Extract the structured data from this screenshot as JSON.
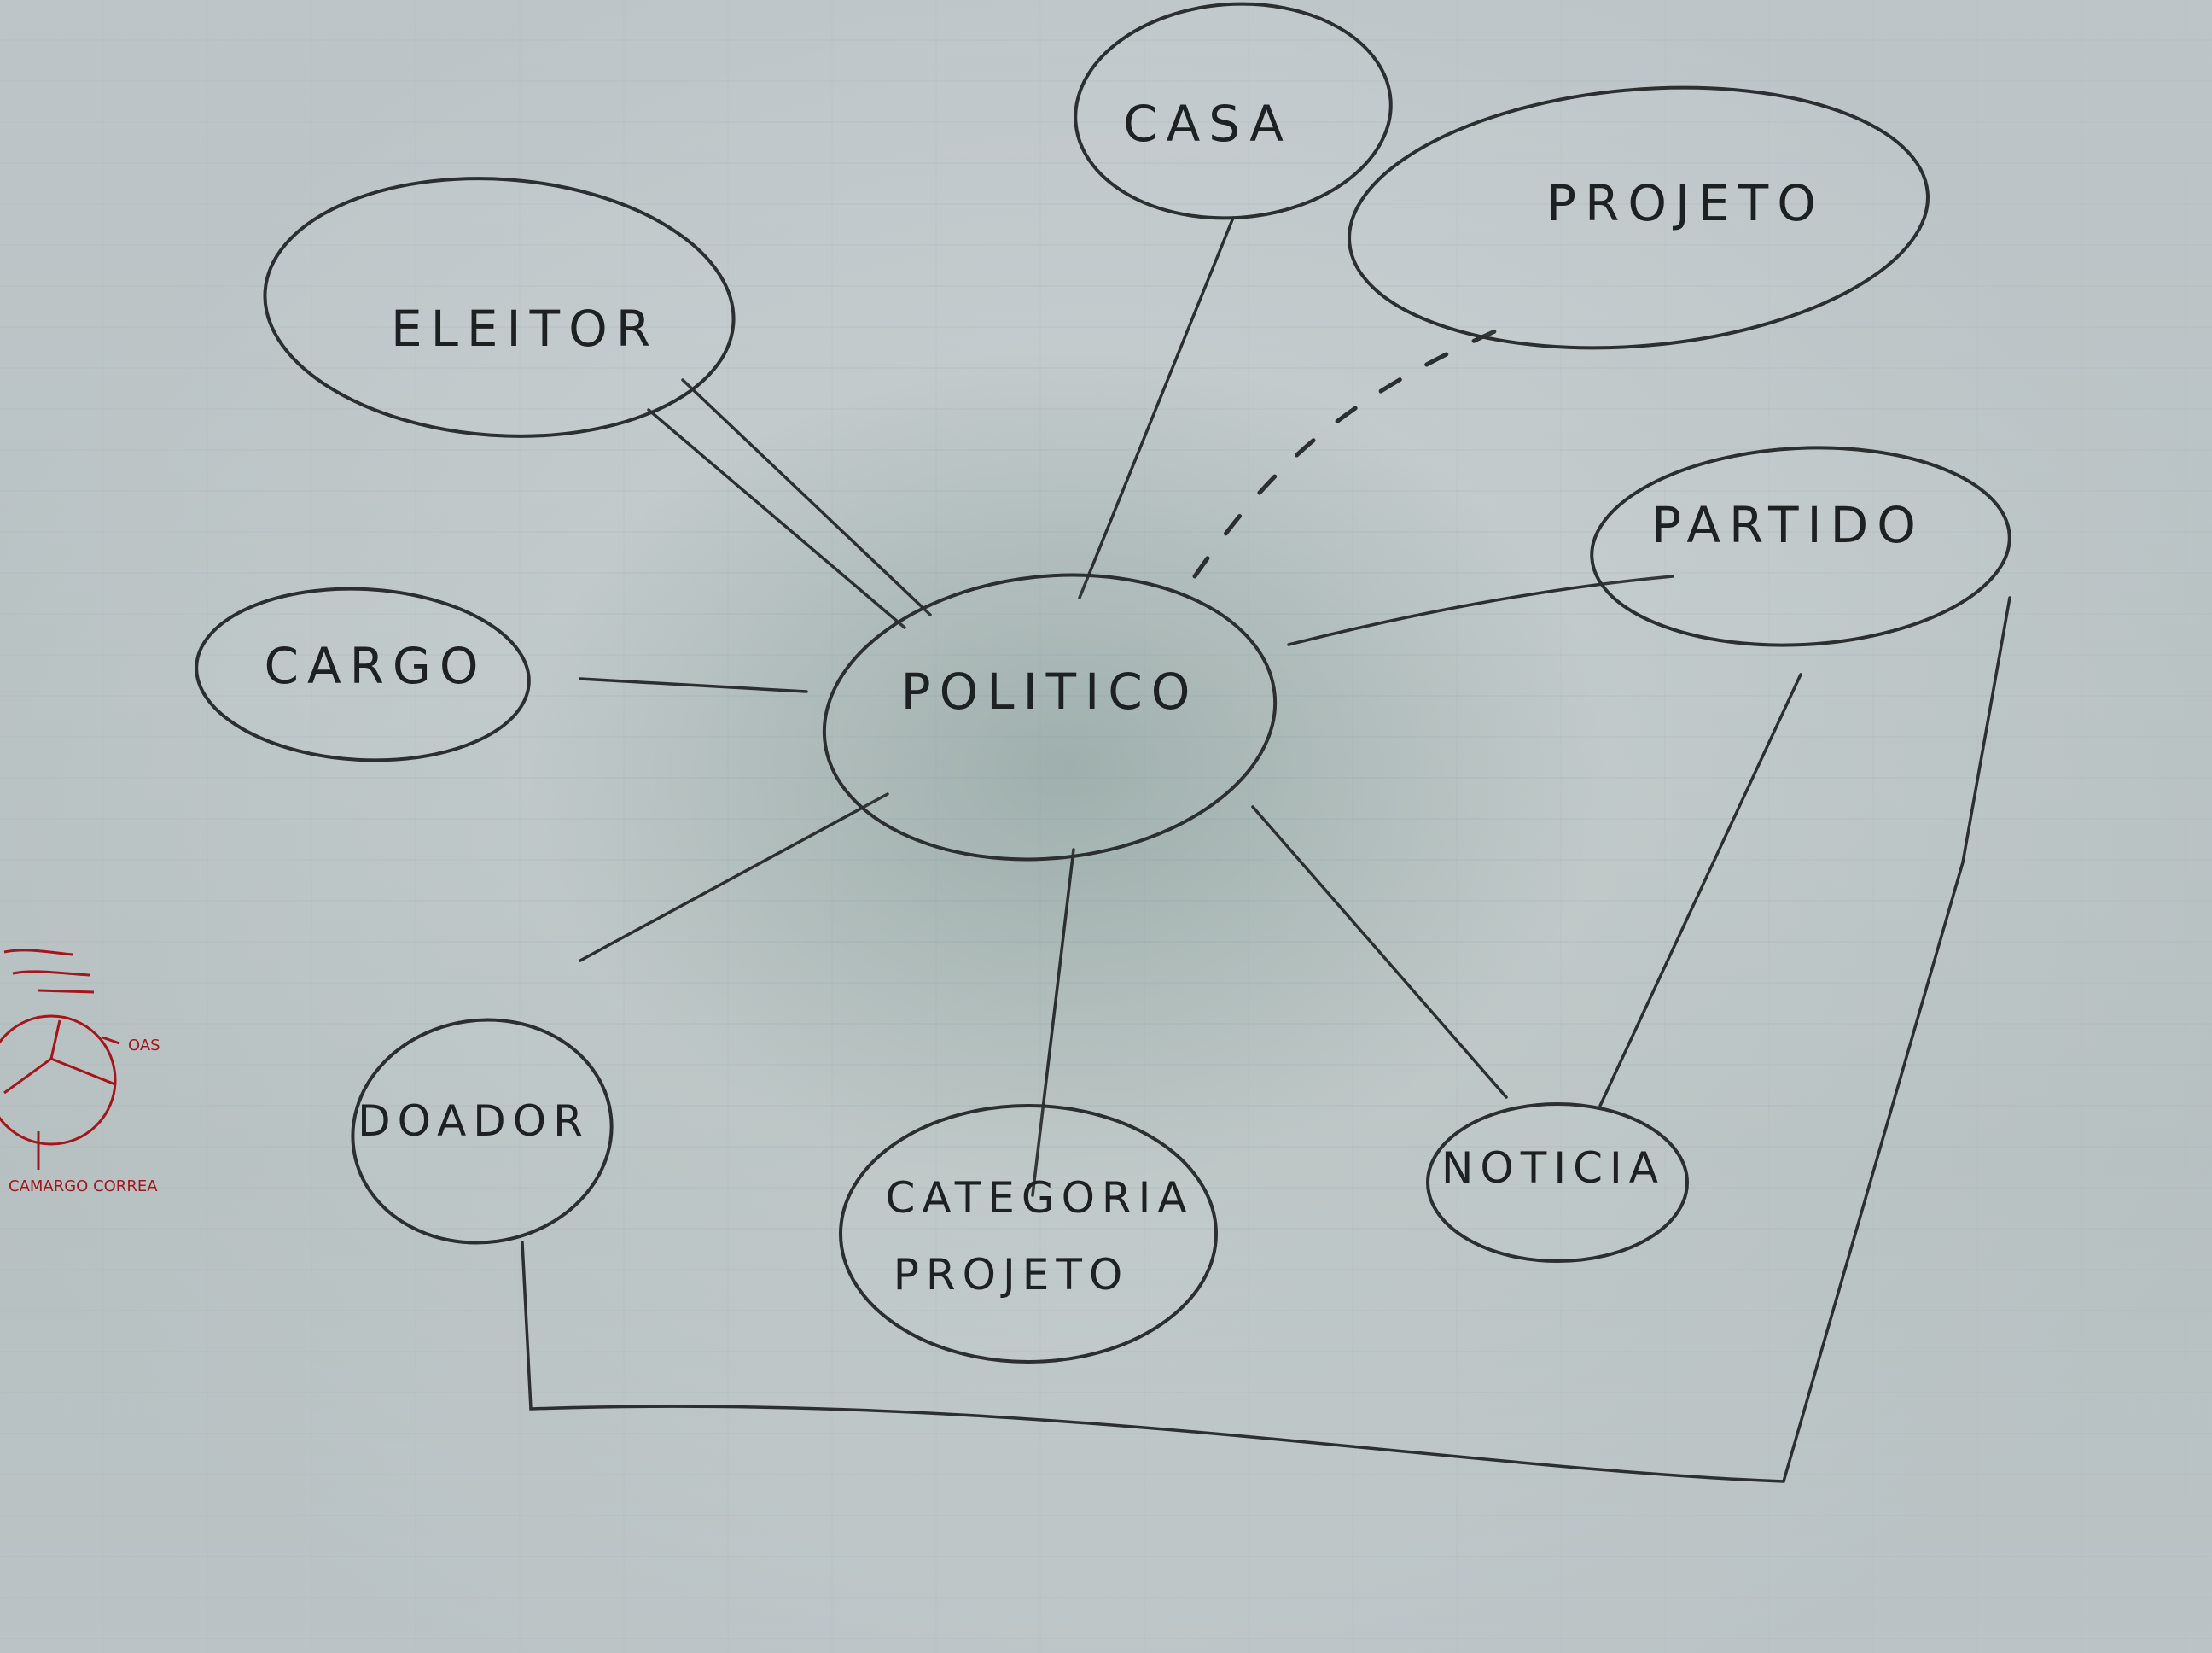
{
  "diagram": {
    "nodes": [
      {
        "id": "politico",
        "label": "POLITICO"
      },
      {
        "id": "casa",
        "label": "CASA"
      },
      {
        "id": "projeto",
        "label": "PROJETO"
      },
      {
        "id": "eleitor",
        "label": "ELEITOR"
      },
      {
        "id": "partido",
        "label": "PARTIDO"
      },
      {
        "id": "cargo",
        "label": "CARGO"
      },
      {
        "id": "doador",
        "label": "DOADOR"
      },
      {
        "id": "categoria_projeto",
        "label": "CATEGORIA PROJETO",
        "lines": [
          "CATEGORIA",
          "PROJETO"
        ]
      },
      {
        "id": "noticia",
        "label": "NOTICIA"
      }
    ],
    "edges": [
      {
        "from": "politico",
        "to": "casa",
        "style": "solid"
      },
      {
        "from": "politico",
        "to": "projeto",
        "style": "dashed"
      },
      {
        "from": "politico",
        "to": "eleitor",
        "style": "double"
      },
      {
        "from": "politico",
        "to": "partido",
        "style": "solid"
      },
      {
        "from": "politico",
        "to": "cargo",
        "style": "solid"
      },
      {
        "from": "politico",
        "to": "doador",
        "style": "solid"
      },
      {
        "from": "politico",
        "to": "categoria_projeto",
        "style": "solid"
      },
      {
        "from": "politico",
        "to": "noticia",
        "style": "solid"
      },
      {
        "from": "partido",
        "to": "noticia",
        "style": "solid"
      },
      {
        "from": "doador",
        "to": "partido",
        "style": "solid"
      }
    ]
  },
  "margin_sketch": {
    "color": "#a4161b",
    "labels": [
      "OAS",
      "CAMARGO CORREA"
    ]
  }
}
